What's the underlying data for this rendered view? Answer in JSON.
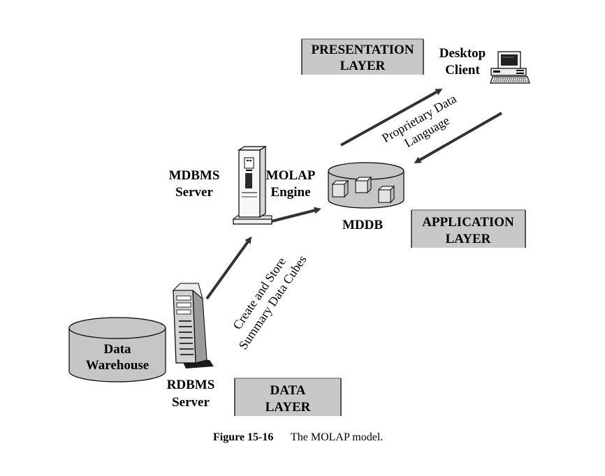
{
  "layers": {
    "presentation": [
      "PRESENTATION",
      "LAYER"
    ],
    "application": [
      "APPLICATION",
      "LAYER"
    ],
    "data": [
      "DATA",
      "LAYER"
    ]
  },
  "nodes": {
    "desktop_client": [
      "Desktop",
      "Client"
    ],
    "mdbms_server": [
      "MDBMS",
      "Server"
    ],
    "molap_engine": [
      "MOLAP",
      "Engine"
    ],
    "mddb": "MDDB",
    "data_warehouse": [
      "Data",
      "Warehouse"
    ],
    "rdbms_server": [
      "RDBMS",
      "Server"
    ]
  },
  "annotations": {
    "proprietary": [
      "Proprietary Data",
      "Language"
    ],
    "create_store": [
      "Create and Store",
      "Summary Data Cubes"
    ]
  },
  "caption": {
    "number": "Figure 15-16",
    "text": "The MOLAP model."
  },
  "colors": {
    "layer_fill": "#c8c8c8",
    "cylinder_fill": "#c6c6c6",
    "arrow": "#333333"
  }
}
